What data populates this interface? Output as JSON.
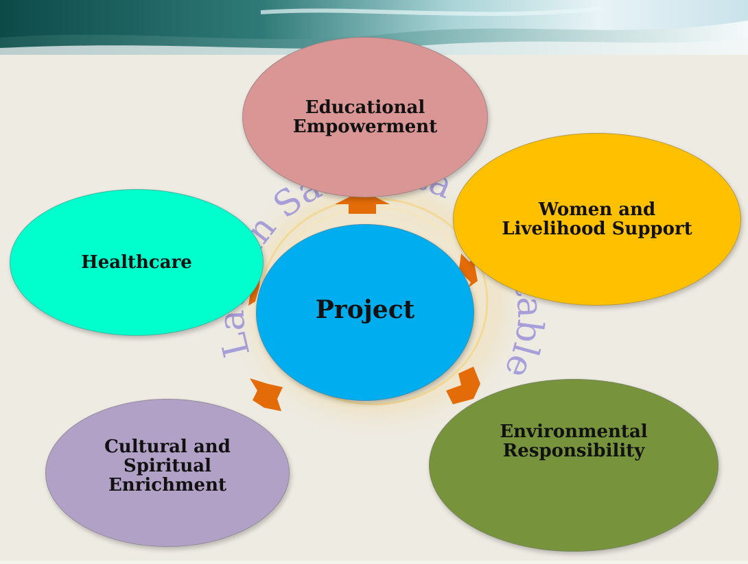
{
  "center": {
    "label": "Project",
    "color": "#00aeef"
  },
  "nodes": {
    "educational": {
      "label": "Educational\nEmpowerment",
      "color": "#d99694"
    },
    "women": {
      "label": "Women and\nLivelihood Support",
      "color": "#ffc000"
    },
    "environmental": {
      "label": "Environmental\nResponsibility",
      "color": "#77933c"
    },
    "cultural": {
      "label": "Cultural and\nSpiritual\nEnrichment",
      "color": "#b2a1c7"
    },
    "healthcare": {
      "label": "Healthcare",
      "color": "#00ffcc"
    }
  },
  "arrow_color": "#e36c09",
  "seal": {
    "text": "Laugan Samrasta Charitable Trust Regd.",
    "color": "#8a7fd6"
  }
}
